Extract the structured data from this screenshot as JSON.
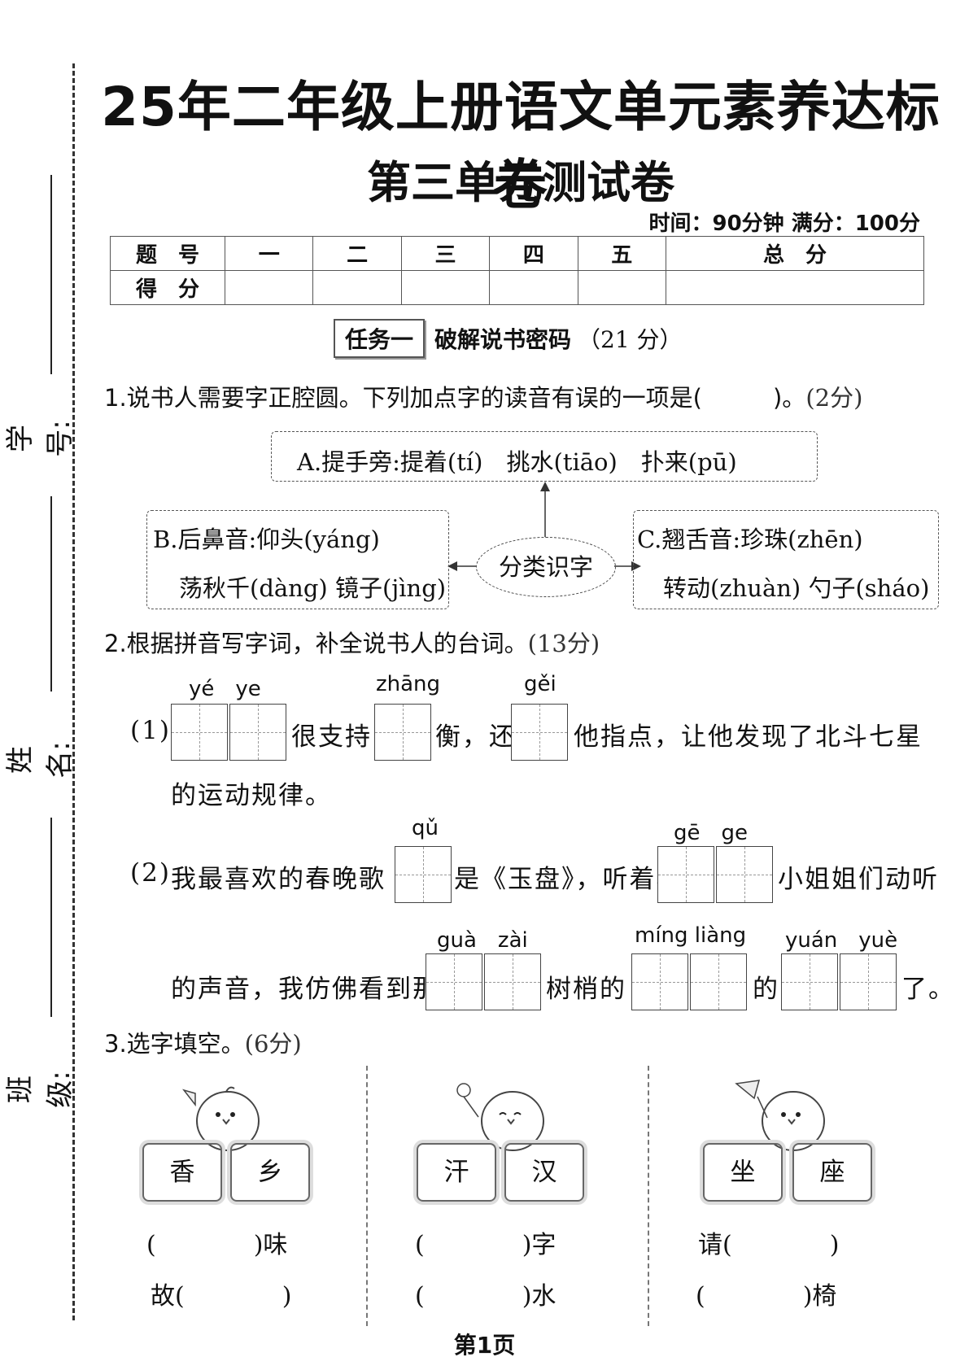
{
  "header": {
    "title": "25年二年级上册语文单元素养达标卷",
    "subtitle": "第三单元测试卷",
    "time_info": "时间：90分钟  满分：100分"
  },
  "binding": {
    "student_id_label": "学号:",
    "name_label": "姓名:",
    "class_label": "班级:"
  },
  "score_table": {
    "row1": [
      "题　号",
      "一",
      "二",
      "三",
      "四",
      "五",
      "总　分"
    ],
    "row2_label": "得　分"
  },
  "task1": {
    "box": "任务一",
    "name": "破解说书密码",
    "score": "（21 分）"
  },
  "q1": {
    "stem": "1.说书人需要字正腔圆。下列加点字的读音有误的一项是(　　　)。",
    "points": "(2分)",
    "option_a": "A.提手旁:提着(tí)　挑水(tiāo)　扑来(pū)",
    "option_b_line1": "B.后鼻音:仰头(yáng)",
    "option_b_line2": "荡秋千(dàng) 镜子(jìng)",
    "option_c_line1": "C.翘舌音:珍珠(zhēn)",
    "option_c_line2": "转动(zhuàn) 勺子(sháo)",
    "center": "分类识字"
  },
  "q2": {
    "stem": "2.根据拼音写字词，补全说书人的台词。",
    "points": "(13分)",
    "s1_label": "(1)",
    "s1_py1": "yé　ye",
    "s1_t1": "很支持",
    "s1_py2": "zhāng",
    "s1_t2": "衡，还",
    "s1_py3": "gěi",
    "s1_t3": "他指点，让他发现了北斗七星",
    "s1_t4": "的运动规律。",
    "s2_label": "(2)",
    "s2_t1": "我最喜欢的春晚歌",
    "s2_py1": "qǔ",
    "s2_t2": "是《玉盘》，听着小",
    "s2_py2": "gē　ge",
    "s2_t3": "小姐姐们动听",
    "s2_t4": "的声音，我仿佛看到那",
    "s2_py3": "guà　zài",
    "s2_t5": "树梢的",
    "s2_py4": "míng liàng",
    "s2_t6": "的",
    "s2_py5": "yuán　yuè",
    "s2_t7": "了。"
  },
  "q3": {
    "stem": "3.选字填空。",
    "points": "(6分)",
    "groups": [
      {
        "chars": [
          "香",
          "乡"
        ],
        "line1": "(　　　　)味",
        "line2": "故(　　　　)"
      },
      {
        "chars": [
          "汗",
          "汉"
        ],
        "line1": "(　　　　)字",
        "line2": "(　　　　)水"
      },
      {
        "chars": [
          "坐",
          "座"
        ],
        "line1": "请(　　　　)",
        "line2": "(　　　　)椅"
      }
    ]
  },
  "footer": {
    "page": "第1页"
  }
}
